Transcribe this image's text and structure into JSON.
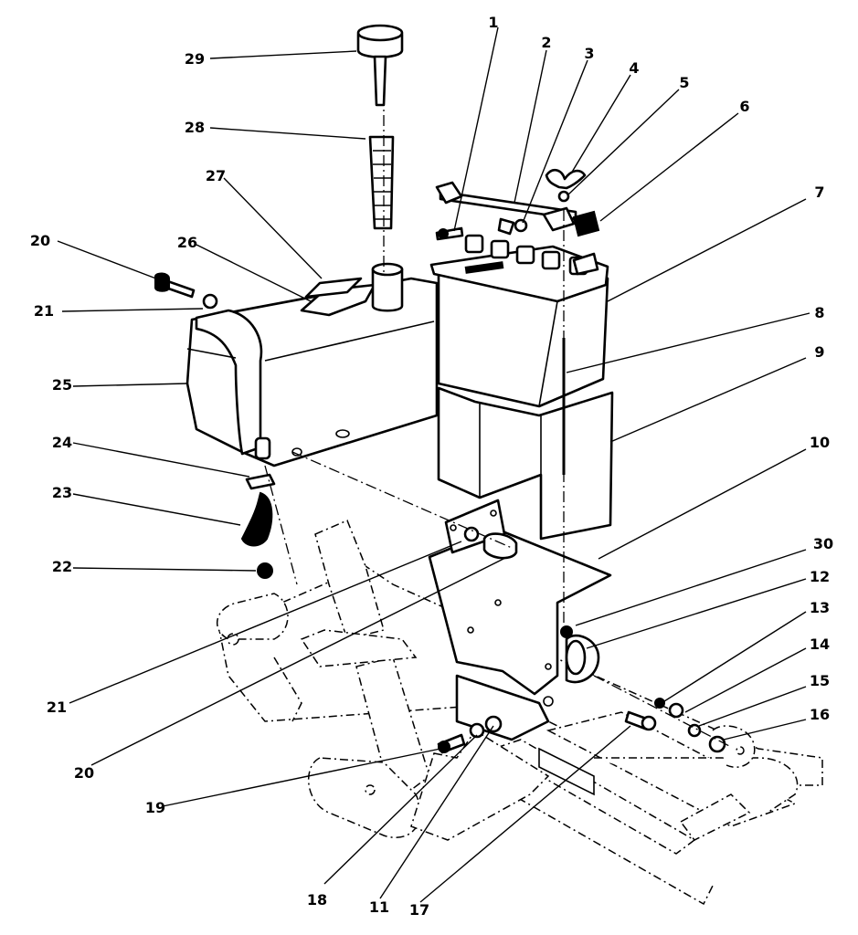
{
  "callouts": [
    {
      "id": "c1",
      "label": "1"
    },
    {
      "id": "c2",
      "label": "2"
    },
    {
      "id": "c3",
      "label": "3"
    },
    {
      "id": "c4",
      "label": "4"
    },
    {
      "id": "c5",
      "label": "5"
    },
    {
      "id": "c6",
      "label": "6"
    },
    {
      "id": "c7",
      "label": "7"
    },
    {
      "id": "c8",
      "label": "8"
    },
    {
      "id": "c9",
      "label": "9"
    },
    {
      "id": "c10",
      "label": "10"
    },
    {
      "id": "c30",
      "label": "30"
    },
    {
      "id": "c12",
      "label": "12"
    },
    {
      "id": "c13",
      "label": "13"
    },
    {
      "id": "c14",
      "label": "14"
    },
    {
      "id": "c15",
      "label": "15"
    },
    {
      "id": "c16",
      "label": "16"
    },
    {
      "id": "c17",
      "label": "17"
    },
    {
      "id": "c11",
      "label": "11"
    },
    {
      "id": "c18",
      "label": "18"
    },
    {
      "id": "c19",
      "label": "19"
    },
    {
      "id": "c20b",
      "label": "20"
    },
    {
      "id": "c21b",
      "label": "21"
    },
    {
      "id": "c22",
      "label": "22"
    },
    {
      "id": "c23",
      "label": "23"
    },
    {
      "id": "c24",
      "label": "24"
    },
    {
      "id": "c25",
      "label": "25"
    },
    {
      "id": "c21a",
      "label": "21"
    },
    {
      "id": "c20a",
      "label": "20"
    },
    {
      "id": "c26",
      "label": "26"
    },
    {
      "id": "c27",
      "label": "27"
    },
    {
      "id": "c28",
      "label": "28"
    },
    {
      "id": "c29",
      "label": "29"
    }
  ]
}
